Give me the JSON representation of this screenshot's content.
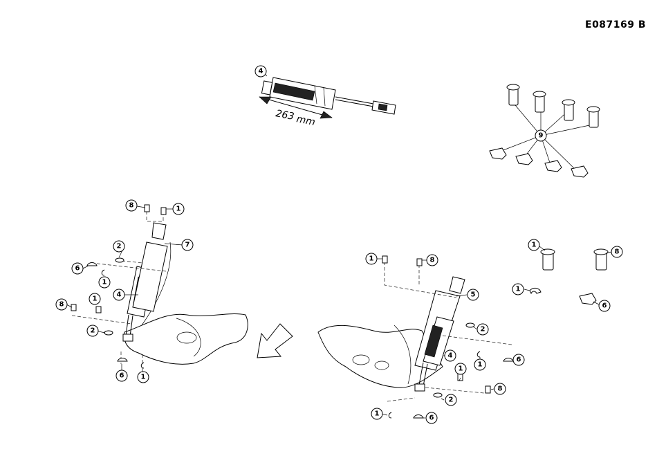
{
  "drawing_code": "E087169 B",
  "dimension": {
    "value": "263",
    "unit": "mm"
  },
  "callouts": [
    "1",
    "2",
    "4",
    "5",
    "6",
    "7",
    "8",
    "9"
  ]
}
